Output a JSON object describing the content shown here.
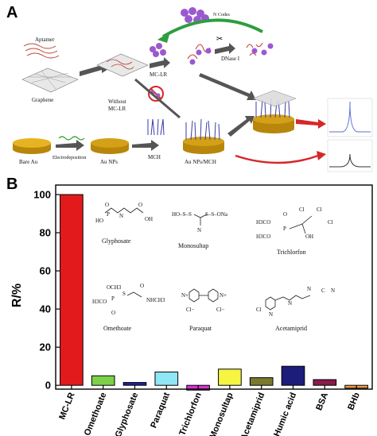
{
  "panels": {
    "a": "A",
    "b": "B"
  },
  "schematic": {
    "labels": {
      "aptamer": "Aptamer",
      "graphene": "Graphene",
      "mclr_top": "MC-LR",
      "dnase": "DNase I",
      "ncodes": "N Codes",
      "without": "Without",
      "without2": "MC-LR",
      "bare_au": "Bare Au",
      "electro": "Electrodeposition",
      "au_nps": "Au NPs",
      "mch": "MCH",
      "au_nps_mch": "Au NPs/MCH"
    }
  },
  "structures": {
    "glyphosate": {
      "name": "Glyphosate",
      "formula_lines": [
        "HO",
        "P",
        "N",
        "OH",
        "O",
        "O"
      ]
    },
    "monosultap": {
      "name": "Monosultap",
      "formula_lines": [
        "HO–S–S",
        "S–S–ONa",
        "N"
      ]
    },
    "trichlorfon": {
      "name": "Trichlorfon",
      "formula_lines": [
        "Cl",
        "Cl",
        "Cl",
        "H3CO",
        "H3CO",
        "P",
        "O",
        "OH"
      ]
    },
    "omethoate": {
      "name": "Omethoate",
      "formula_lines": [
        "OCH3",
        "H3CO",
        "P",
        "S",
        "NHCH3",
        "O",
        "O"
      ]
    },
    "paraquat": {
      "name": "Paraquat",
      "formula_lines": [
        "N+",
        "N+",
        "Cl−",
        "Cl−"
      ]
    },
    "acetamiprid": {
      "name": "Acetamiprid",
      "formula_lines": [
        "Cl",
        "N",
        "N",
        "N",
        "C",
        "N"
      ]
    }
  },
  "chart_data": {
    "type": "bar",
    "title": "",
    "xlabel": "",
    "ylabel": "R/%",
    "ylim": [
      -2,
      105
    ],
    "yticks": [
      0,
      20,
      40,
      60,
      80,
      100
    ],
    "grid": false,
    "categories": [
      "MC-LR",
      "Omethoate",
      "Glyphosate",
      "Paraquat",
      "Trichlorfon",
      "Monosultap",
      "Acetamiprid",
      "Humic acid",
      "BSA",
      "BHb"
    ],
    "values": [
      100,
      5,
      1.5,
      7,
      -2.5,
      8.5,
      4,
      10,
      3,
      -1.5
    ],
    "colors": [
      "#e31a1c",
      "#7bd148",
      "#1f1fa3",
      "#8fe6f5",
      "#d633d6",
      "#f5f542",
      "#7a7a2c",
      "#1c1c7a",
      "#8a1a4a",
      "#f59b42"
    ]
  }
}
